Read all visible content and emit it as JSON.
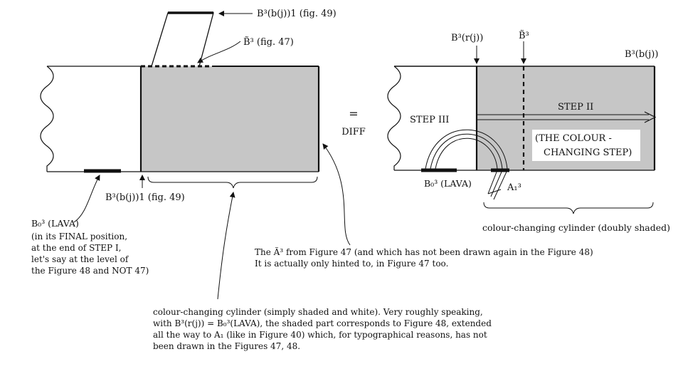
{
  "left_figure": {
    "label_top": "B³(b(j))1 (fig. 49)",
    "label_btilde": "B̃³ (fig. 47)",
    "label_bottom": "B³(b(j))1 (fig. 49)",
    "label_lava": "B₀³ (LAVA)",
    "lava_note": [
      "(in its FINAL position,",
      "at the end of STEP I,",
      "let's say at the level of",
      "the Figure 48 and NOT 47)"
    ]
  },
  "equals": {
    "symbol": "=",
    "text": "DIFF"
  },
  "right_figure": {
    "label_rj": "B³(r(j))",
    "label_btilde": "B̃³",
    "label_bj": "B³(b(j))",
    "step_iii": "STEP III",
    "step_ii": "STEP II",
    "colour_step": [
      "(THE COLOUR -",
      "CHANGING STEP)"
    ],
    "label_lava": "B₀³ (LAVA)",
    "label_a1": "A₁³",
    "brace_label": "colour-changing cylinder (doubly shaded)"
  },
  "note_a_tilde": [
    "The Ã³ from Figure 47 (and which has not been drawn again in the Figure 48)",
    "It is actually only hinted to, in Figure 47 too."
  ],
  "bottom_caption": [
    "colour-changing cylinder (simply shaded and white).  Very roughly speaking,",
    "with B³(r(j)) = B₀³(LAVA), the shaded part corresponds to Figure 48, extended",
    "all the way to A₁ (like in Figure 40) which, for typographical reasons, has not",
    "been drawn in the Figures 47, 48."
  ],
  "colors": {
    "shade": "#c6c6c6",
    "ink": "#111111"
  }
}
